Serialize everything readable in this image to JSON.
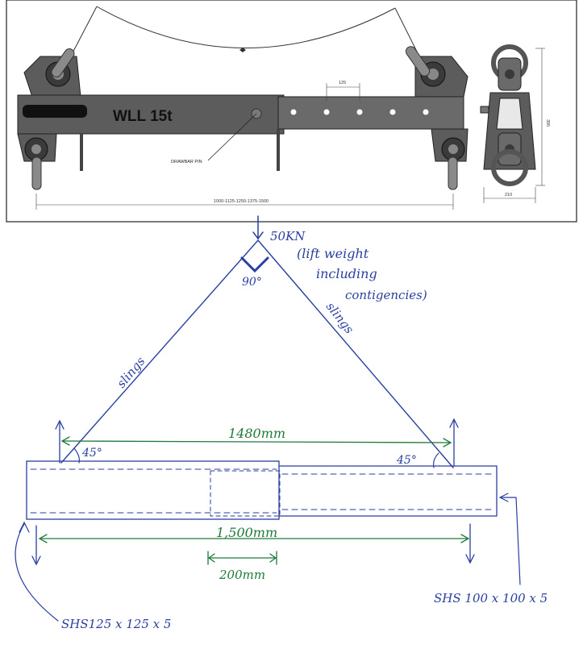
{
  "top_drawing": {
    "beam_label": "WLL 15t",
    "drawbar_label": "DRAWBAR PIN",
    "hole_spacing": "125",
    "length_range": "1000-1125-1250-1375-1500",
    "side_height": "395",
    "side_width": "210"
  },
  "sketch": {
    "load": "50KN",
    "load_note_lines": [
      "(lift weight",
      "including",
      "contigencies)"
    ],
    "apex_angle": "90°",
    "sling_left": "slings",
    "sling_right": "slings",
    "left_angle": "45°",
    "right_angle": "45°",
    "sling_span": "1480mm",
    "beam_length": "1,500mm",
    "overlap": "200mm",
    "left_section": "SHS125 x 125 x 5",
    "right_section": "SHS 100 x 100 x 5"
  },
  "colors": {
    "ink_blue": "#2a3fa0",
    "ink_green": "#1f7a3a",
    "beam_grey": "#5c5c5c",
    "beam_dark": "#3a3a3a"
  }
}
